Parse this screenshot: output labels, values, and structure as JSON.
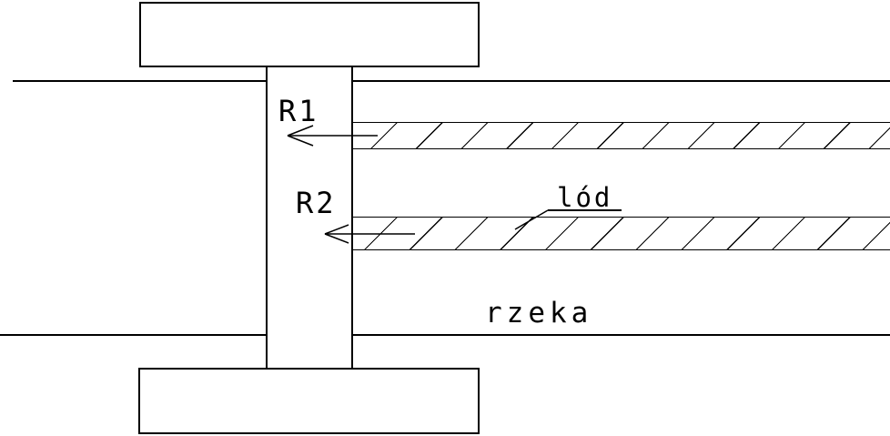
{
  "diagram": {
    "labels": {
      "force1": "R1",
      "force2": "R2",
      "ice": "lód",
      "river": "rzeka"
    },
    "colors": {
      "line": "#000000",
      "background": "#ffffff"
    }
  }
}
